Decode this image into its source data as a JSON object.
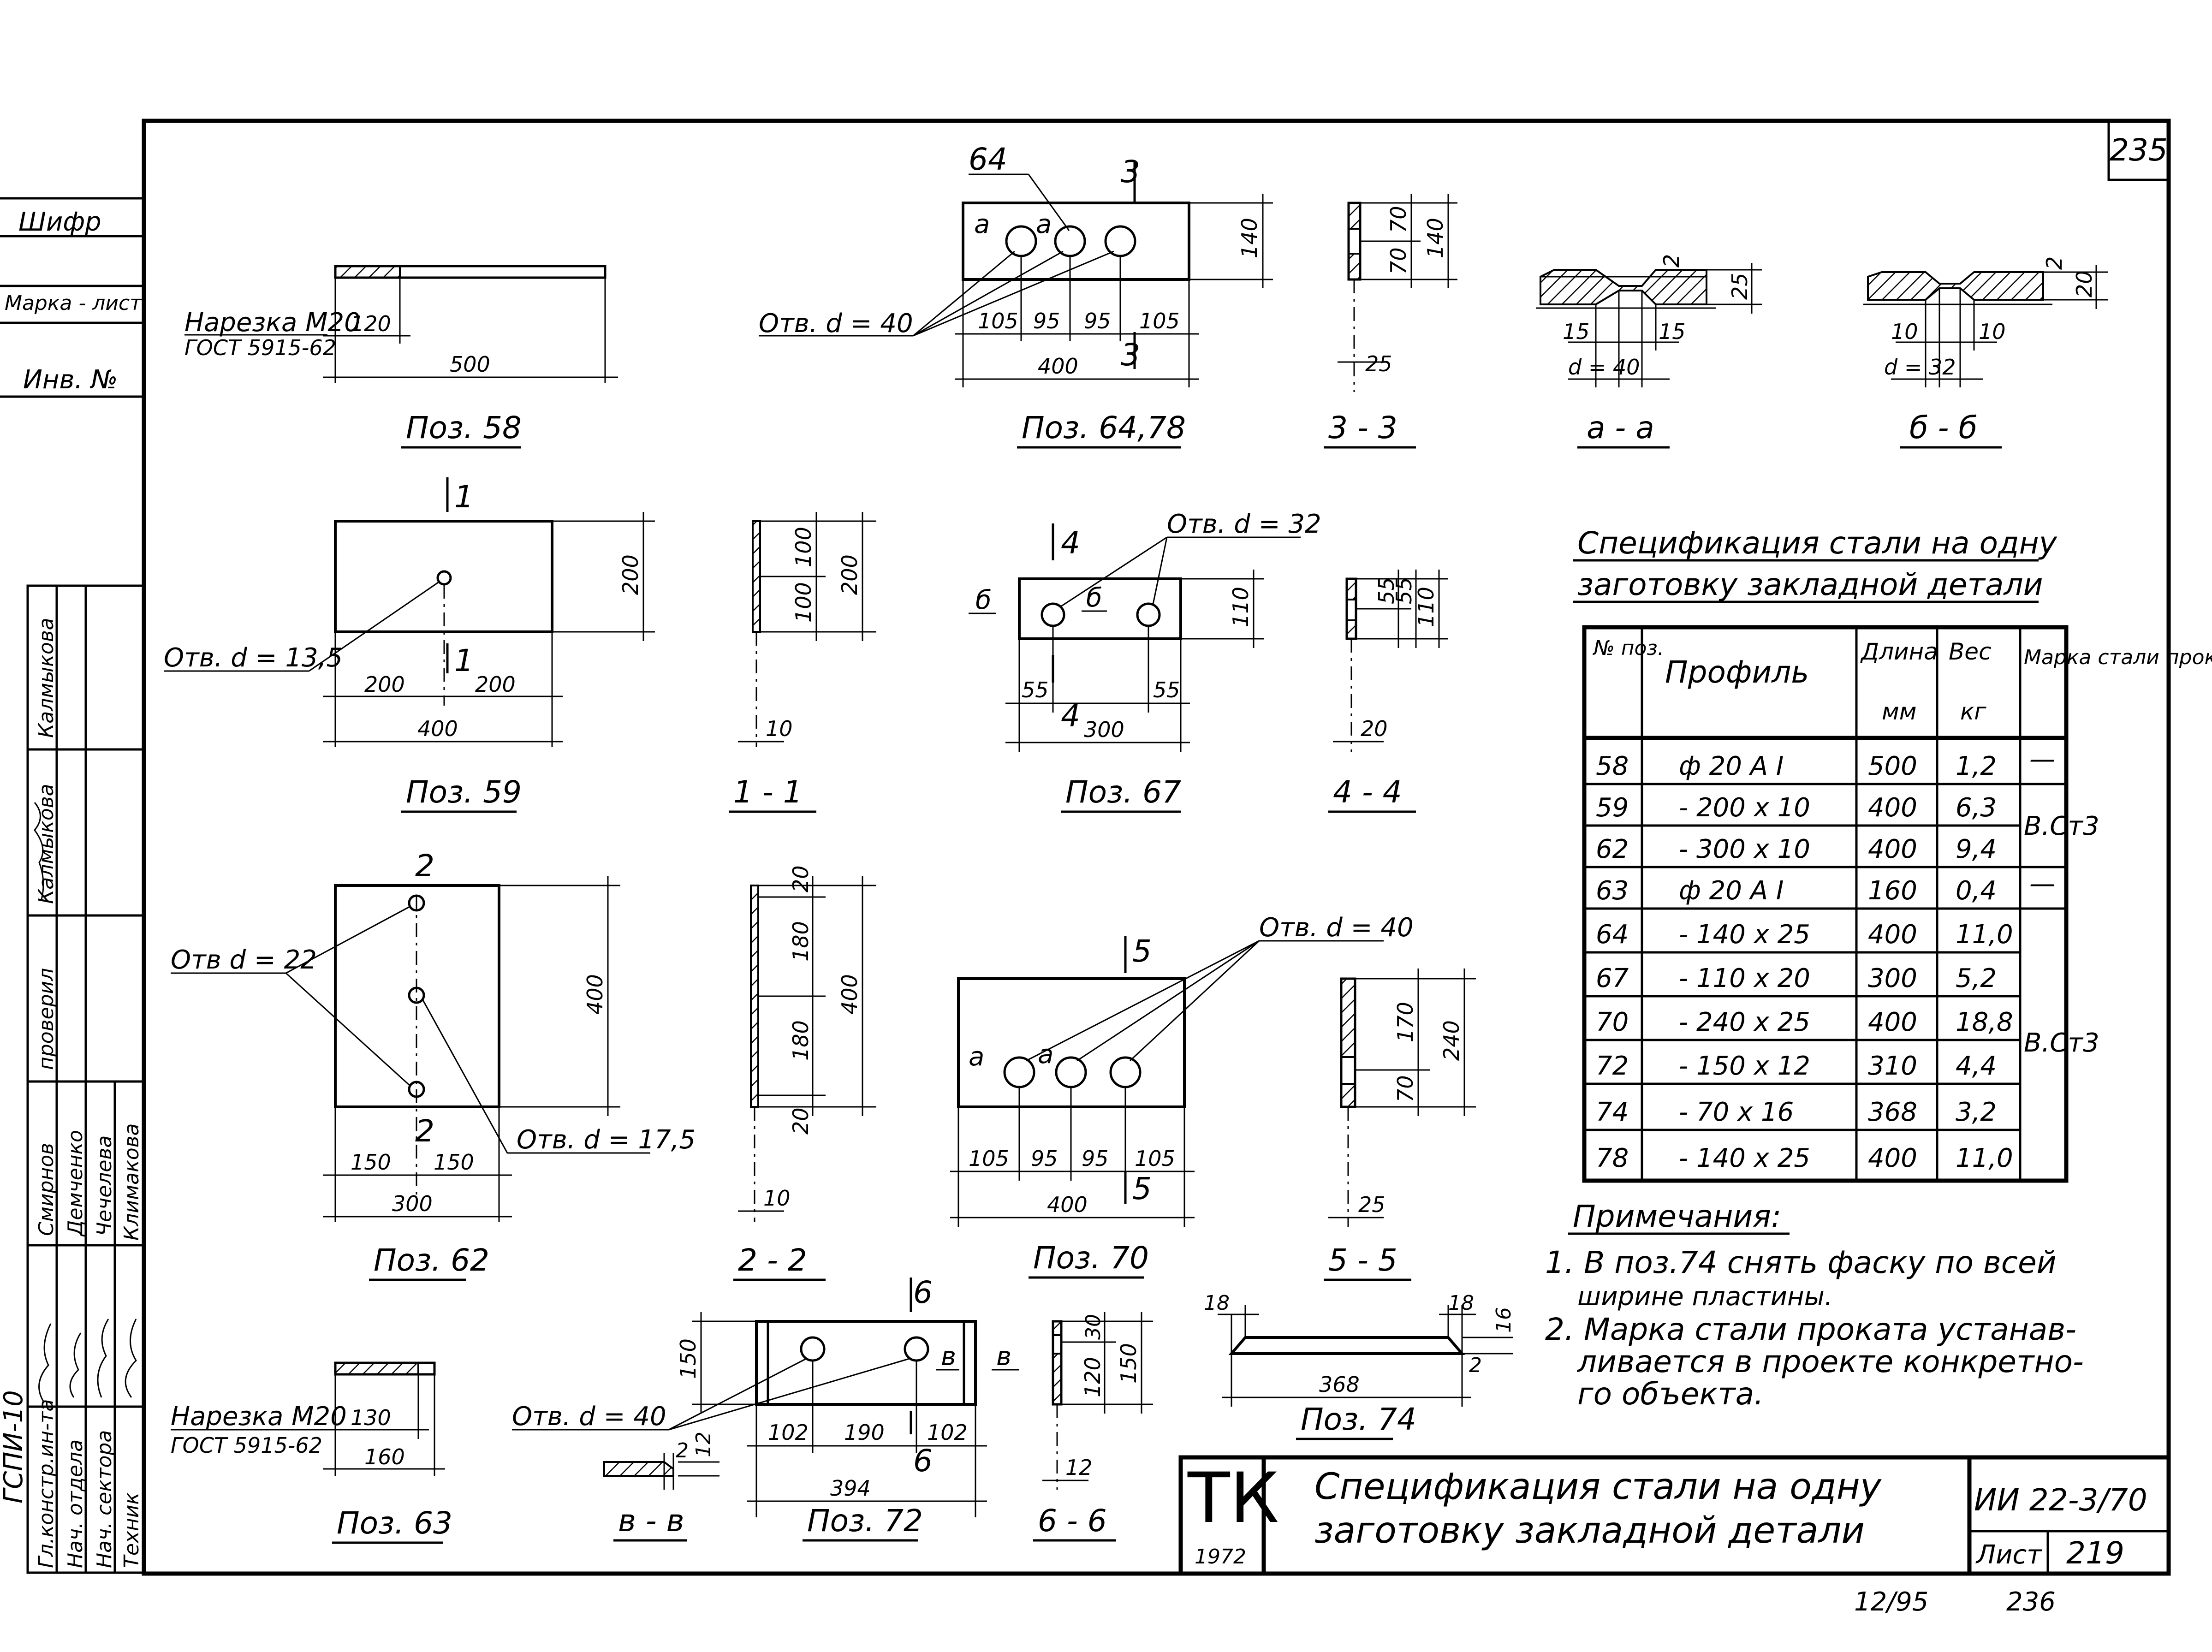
{
  "sheet": {
    "page_number": "235",
    "bottom_numbers": [
      "12/95",
      "236"
    ]
  },
  "stamp": {
    "labels": [
      "Шифр",
      "Марка - лист",
      "Инв. №"
    ],
    "names": [
      "Калмыкова",
      "Калмыкова",
      "Смирнов",
      "Демченко",
      "Чечелева",
      "Климакова"
    ],
    "signature_ids": [
      "калмыкова-подпись",
      "смирнов-подпись",
      "демченко-подпись",
      "чечелева-подпись",
      "климакова-подпись"
    ],
    "roles": [
      "Гл.констр.ин-та",
      "Нач. отдела",
      "Нач. сектора",
      "Техник"
    ],
    "checked": "проверил",
    "org": "ГСПИ-10"
  },
  "views": {
    "poz58": {
      "title": "Поз. 58",
      "thread": "Нарезка М20",
      "gost": "ГОСТ 5915-62",
      "d120": "120",
      "d500": "500"
    },
    "poz6478": {
      "title": "Поз. 64,78",
      "callout": "64",
      "hole": "Отв. d = 40",
      "sec": "3",
      "a": "а",
      "dims": [
        "105",
        "95",
        "95",
        "105"
      ],
      "total": "400",
      "h": "140"
    },
    "s33": {
      "title": "3 - 3",
      "d70a": "70",
      "d70b": "70",
      "d140": "140",
      "d25": "25"
    },
    "aa": {
      "title": "а - а",
      "d2": "2",
      "d25": "25",
      "d15a": "15",
      "d15b": "15",
      "d": "d = 40"
    },
    "bb": {
      "title": "б - б",
      "d2": "2",
      "d20": "20",
      "d10a": "10",
      "d10b": "10",
      "d": "d = 32"
    },
    "poz59": {
      "title": "Поз. 59",
      "sec": "1",
      "hole": "Отв. d = 13,5",
      "d200a": "200",
      "d200b": "200",
      "total": "400",
      "h": "200"
    },
    "s11": {
      "title": "1 - 1",
      "d100a": "100",
      "d100b": "100",
      "d200": "200",
      "d10": "10"
    },
    "poz67": {
      "title": "Поз. 67",
      "sec": "4",
      "hole": "Отв. d = 32",
      "b": "б",
      "d55a": "55",
      "d55b": "55",
      "total": "300",
      "h": "110"
    },
    "s44": {
      "title": "4 - 4",
      "d55a": "55",
      "d55b": "55",
      "d110": "110",
      "d20": "20"
    },
    "poz62": {
      "title": "Поз. 62",
      "sec": "2",
      "hole1": "Отв d = 22",
      "hole2": "Отв. d = 17,5",
      "d150a": "150",
      "d150b": "150",
      "total": "300",
      "h": "400"
    },
    "s22": {
      "title": "2 - 2",
      "d20a": "20",
      "d180a": "180",
      "d180b": "180",
      "d20b": "20",
      "d400": "400",
      "d10": "10"
    },
    "poz70": {
      "title": "Поз. 70",
      "sec": "5",
      "hole": "Отв. d = 40",
      "a": "а",
      "dims": [
        "105",
        "95",
        "95",
        "105"
      ],
      "total": "400"
    },
    "s55": {
      "title": "5 - 5",
      "d170": "170",
      "d70": "70",
      "d240": "240",
      "d25": "25"
    },
    "poz63": {
      "title": "Поз. 63",
      "thread": "Нарезка М20",
      "gost": "ГОСТ 5915-62",
      "d130": "130",
      "d160": "160"
    },
    "vv": {
      "title": "в - в",
      "d2": "2",
      "d12": "12"
    },
    "poz72": {
      "title": "Поз. 72",
      "sec": "6",
      "hole": "Отв. d = 40",
      "v": "в",
      "dims": [
        "102",
        "190",
        "102"
      ],
      "total": "394",
      "h": "150"
    },
    "s66": {
      "title": "6 - 6",
      "d30": "30",
      "d120": "120",
      "d150": "150",
      "d12": "12"
    },
    "poz74": {
      "title": "Поз. 74",
      "d18a": "18",
      "d18b": "18",
      "d16": "16",
      "d2": "2",
      "total": "368"
    }
  },
  "spec": {
    "title_line1": "Спецификация стали на одну",
    "title_line2": "заготовку закладной детали",
    "headers": {
      "pos": "№ поз.",
      "profile": "Профиль",
      "length": "Длина",
      "length_unit": "мм",
      "weight": "Вес",
      "weight_unit": "кг",
      "grade": "Марка стали прока- та."
    },
    "rows": [
      {
        "pos": "58",
        "profile": "ф 20 А I",
        "length": "500",
        "weight": "1,2"
      },
      {
        "pos": "59",
        "profile": "- 200 х 10",
        "length": "400",
        "weight": "6,3"
      },
      {
        "pos": "62",
        "profile": "- 300 х 10",
        "length": "400",
        "weight": "9,4"
      },
      {
        "pos": "63",
        "profile": "ф 20 А I",
        "length": "160",
        "weight": "0,4"
      },
      {
        "pos": "64",
        "profile": "- 140 х 25",
        "length": "400",
        "weight": "11,0"
      },
      {
        "pos": "67",
        "profile": "- 110 х 20",
        "length": "300",
        "weight": "5,2"
      },
      {
        "pos": "70",
        "profile": "- 240 х 25",
        "length": "400",
        "weight": "18,8"
      },
      {
        "pos": "72",
        "profile": "- 150 х 12",
        "length": "310",
        "weight": "4,4"
      },
      {
        "pos": "74",
        "profile": "- 70 х 16",
        "length": "368",
        "weight": "3,2"
      },
      {
        "pos": "78",
        "profile": "- 140 х 25",
        "length": "400",
        "weight": "11,0"
      }
    ],
    "grades": {
      "dash1": "—",
      "g1": "В.Ст3",
      "dash2": "—",
      "g2": "В.Ст3"
    }
  },
  "notes": {
    "title": "Примечания:",
    "n1a": "1. В поз.74 снять фаску по всей",
    "n1b": "ширине пластины.",
    "n2a": "2. Марка стали проката устанав-",
    "n2b": "ливается в проекте конкретно-",
    "n2c": "го объекта."
  },
  "titleblock": {
    "tk": "ТК",
    "year": "1972",
    "title1": "Спецификация стали на одну",
    "title2": "заготовку закладной детали",
    "code": "ИИ 22-3/70",
    "sheet_label": "Лист",
    "sheet_no": "219"
  }
}
